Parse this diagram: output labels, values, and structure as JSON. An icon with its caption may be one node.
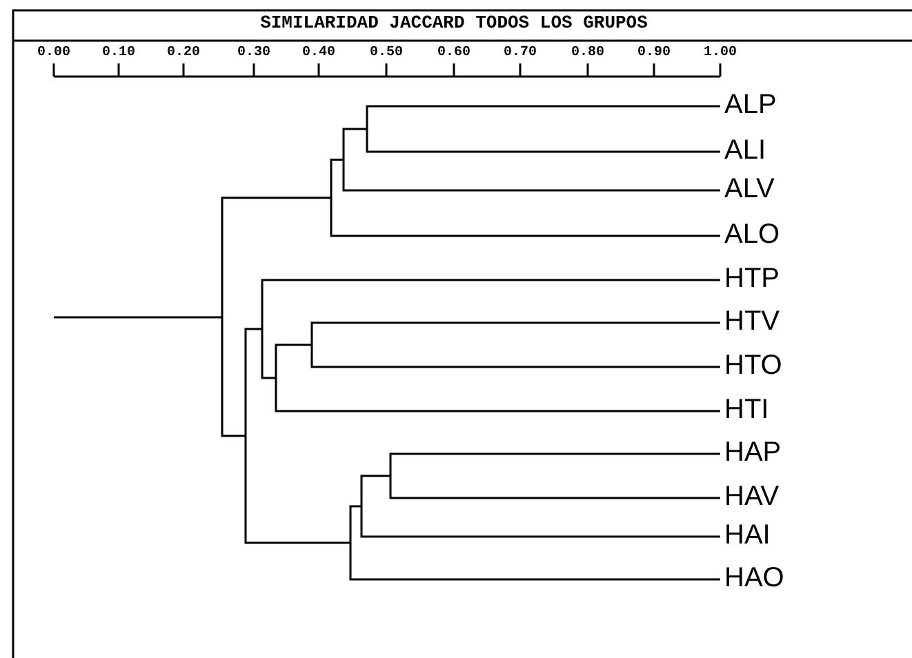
{
  "diagram": {
    "title": "SIMILARIDAD JACCARD TODOS LOS GRUPOS",
    "nodes": [
      {
        "text": [
          "ALP"
        ]
      },
      {
        "text": [
          "ALI"
        ]
      },
      {
        "text": [
          "ALV"
        ]
      },
      {
        "text": [
          "ALO"
        ]
      },
      {
        "text": [
          "HTP"
        ]
      },
      {
        "text": [
          "HTV"
        ]
      },
      {
        "text": [
          "HTO"
        ]
      },
      {
        "text": [
          "HTI"
        ]
      },
      {
        "text": [
          "HAP"
        ]
      },
      {
        "text": [
          "HAV"
        ]
      },
      {
        "text": [
          "HAI"
        ]
      },
      {
        "text": [
          "HAO"
        ]
      }
    ],
    "labels": [
      "0.00",
      "0.10",
      "0.20",
      "0.30",
      "0.40",
      "0.50",
      "0.60",
      "0.70",
      "0.80",
      "0.90",
      "1.00"
    ]
  }
}
